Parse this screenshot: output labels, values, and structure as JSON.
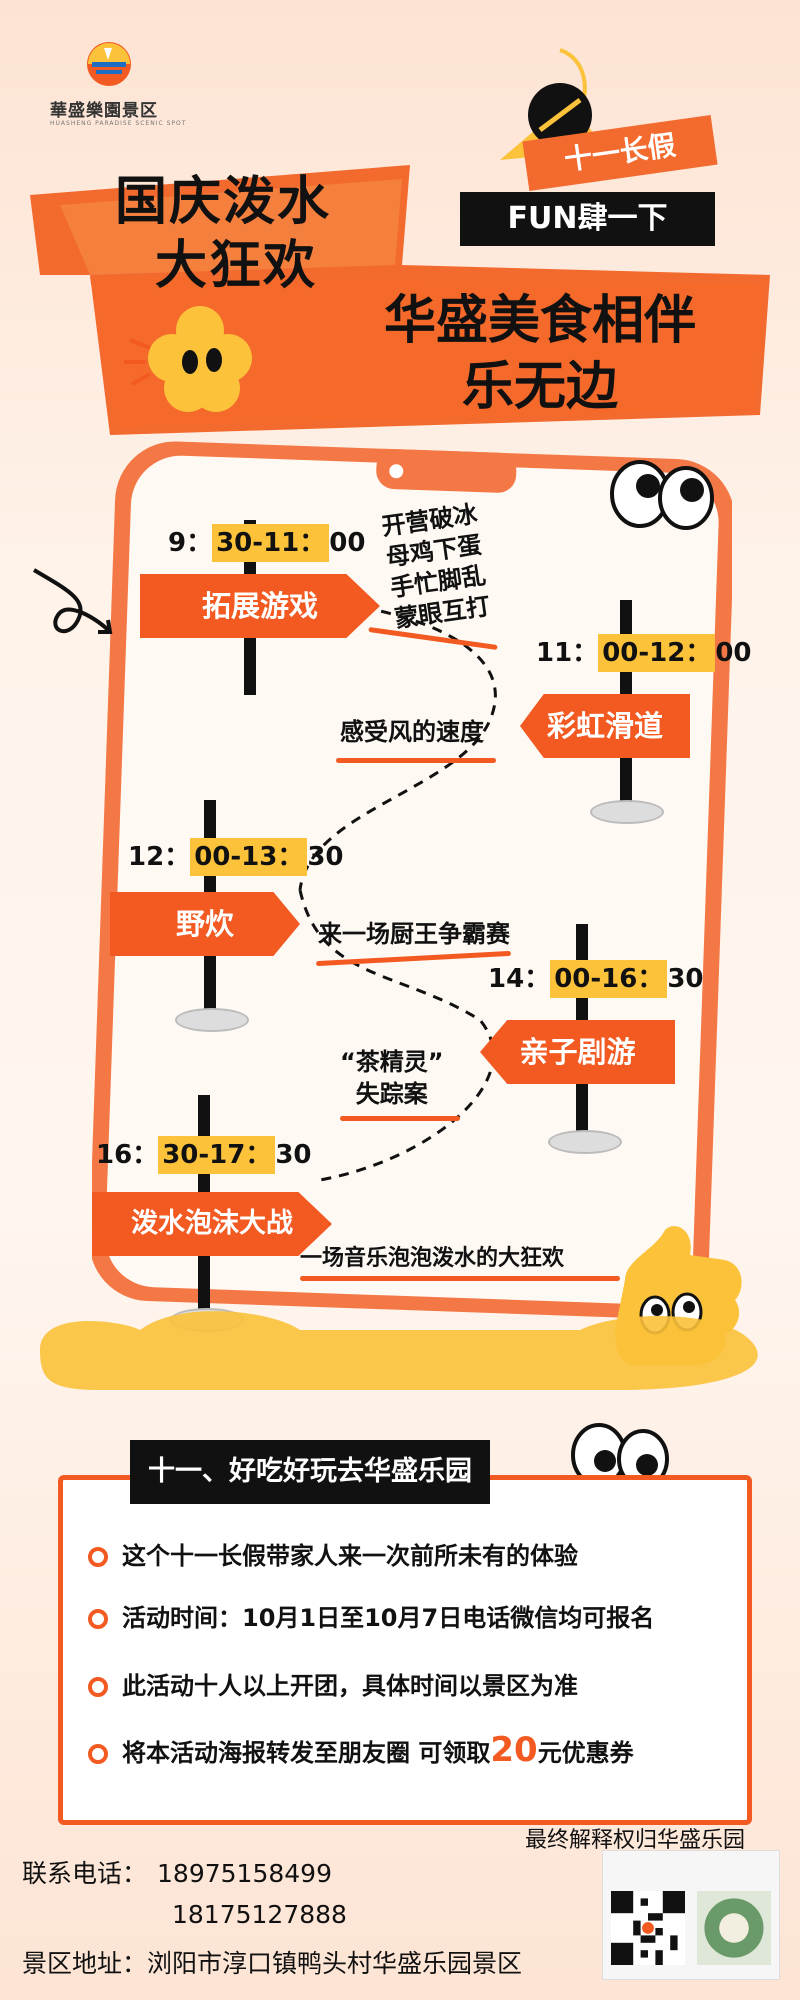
{
  "brand": {
    "name": "華盛樂園景区",
    "subtitle": "HUASHENG PARADISE SCENIC SPOT"
  },
  "headline": {
    "line1": "国庆泼水",
    "line2": "大狂欢",
    "line3": "华盛美食相伴",
    "line4": "乐无边",
    "tag_holiday": "十一长假",
    "tag_fun": "FUN肆一下"
  },
  "schedule": [
    {
      "time_pre": "9：",
      "time_hl": "30-11：",
      "time_post": "00",
      "activity": "拓展游戏",
      "desc": [
        "开营破冰",
        "母鸡下蛋",
        "手忙脚乱",
        "蒙眼互打"
      ]
    },
    {
      "time_pre": "11：",
      "time_hl": "00-12：",
      "time_post": "00",
      "activity": "彩虹滑道",
      "desc": [
        "感受风的速度"
      ]
    },
    {
      "time_pre": "12：",
      "time_hl": "00-13：",
      "time_post": "30",
      "activity": "野炊",
      "desc": [
        "来一场厨王争霸赛"
      ]
    },
    {
      "time_pre": "14：",
      "time_hl": "00-16：",
      "time_post": "30",
      "activity": "亲子剧游",
      "desc": [
        "“茶精灵”",
        "失踪案"
      ]
    },
    {
      "time_pre": "16：",
      "time_hl": "30-17：",
      "time_post": "30",
      "activity": "泼水泡沫大战",
      "desc": [
        "一场音乐泡泡泼水的大狂欢"
      ]
    }
  ],
  "info": {
    "title": "十一、好吃好玩去华盛乐园",
    "items": [
      "这个十一长假带家人来一次前所未有的体验",
      "活动时间：10月1日至10月7日电话微信均可报名",
      "此活动十人以上开团，具体时间以景区为准"
    ],
    "coupon_pre": "将本活动海报转发至朋友圈  可领取",
    "coupon_amount": "20",
    "coupon_post": "元优惠券"
  },
  "footer": {
    "note": "最终解释权归华盛乐园",
    "phone_label": "联系电话：",
    "phone1": "18975158499",
    "phone2": "18175127888",
    "address_label": "景区地址：",
    "address": "浏阳市淳口镇鸭头村华盛乐园景区"
  },
  "colors": {
    "accent": "#f25a22",
    "highlight": "#fbc23a",
    "dark": "#111111"
  }
}
